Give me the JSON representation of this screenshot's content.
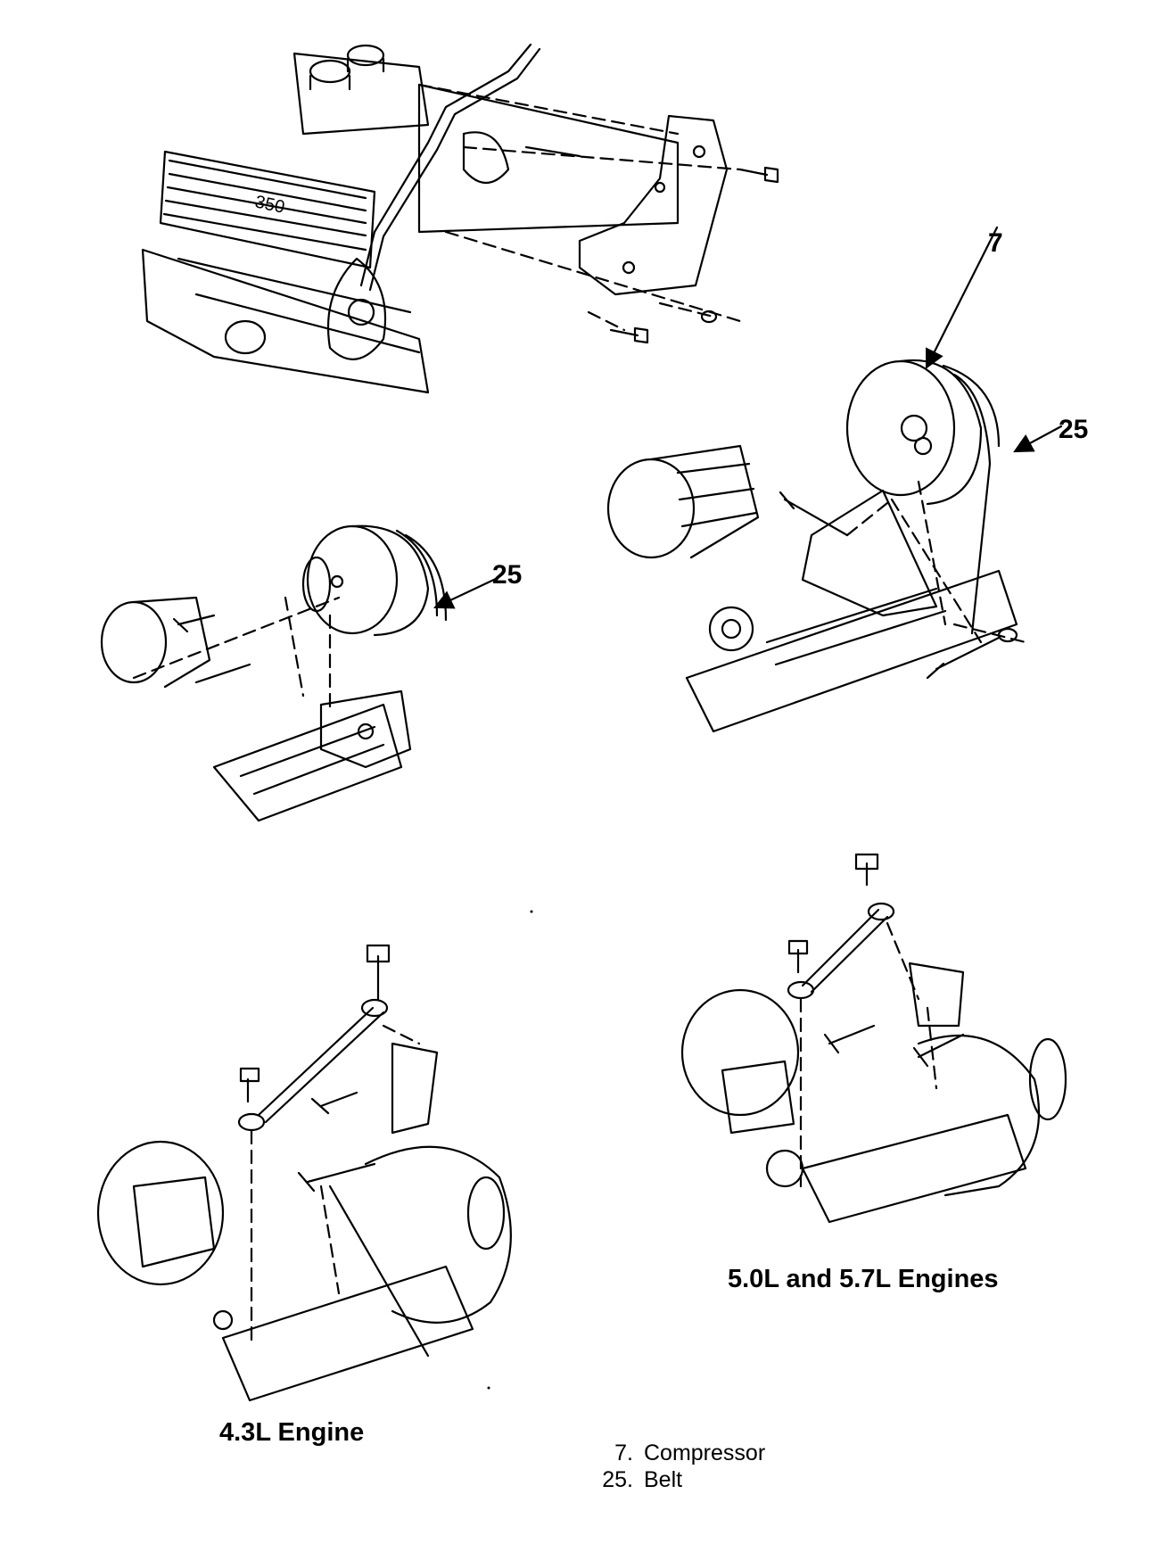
{
  "callouts": {
    "compressor_number": "7",
    "belt_number_right": "25",
    "belt_number_left": "25"
  },
  "captions": {
    "large_engines": "5.0L and 5.7L Engines",
    "small_engine": "4.3L Engine"
  },
  "legend": [
    {
      "number": "7.",
      "label": "Compressor"
    },
    {
      "number": "25.",
      "label": "Belt"
    }
  ],
  "engine_lettering": "350"
}
